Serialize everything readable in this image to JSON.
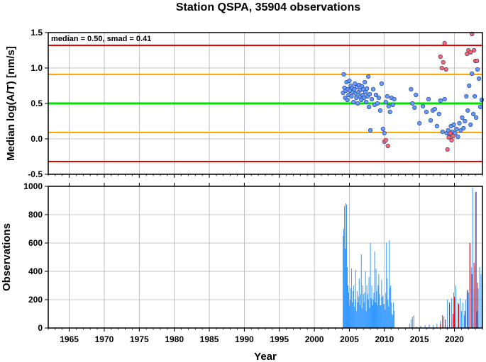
{
  "chart_data": [
    {
      "type": "scatter",
      "title": "Station QSPA, 35904 observations",
      "ylabel": "Median log(A/T) [nm/s]",
      "annotation": "median = 0.50, smad = 0.41",
      "xlim": [
        1962,
        2024
      ],
      "ylim": [
        -0.5,
        1.5
      ],
      "yticks": [
        "-0.5",
        "0.0",
        "0.5",
        "1.0",
        "1.5"
      ],
      "reference_lines": [
        {
          "name": "median",
          "y": 0.5,
          "color": "#00e000"
        },
        {
          "name": "upper-1",
          "y": 0.91,
          "color": "#ffa500"
        },
        {
          "name": "lower-1",
          "y": 0.09,
          "color": "#ffa500"
        },
        {
          "name": "upper-2",
          "y": 1.32,
          "color": "#e00000"
        },
        {
          "name": "lower-2",
          "y": -0.32,
          "color": "#e00000"
        }
      ],
      "colors": {
        "inlier": "#6699ff",
        "outlier": "#ff6666"
      },
      "series": [
        {
          "x": [
            2004.1,
            2004.2,
            2004.3,
            2004.4,
            2004.5,
            2004.6,
            2004.7,
            2004.8,
            2004.9,
            2005.0,
            2005.1,
            2005.2,
            2005.3,
            2005.4,
            2005.5,
            2005.6,
            2005.7,
            2005.8,
            2005.9,
            2006.0,
            2006.1,
            2006.2,
            2006.3,
            2006.4,
            2006.5,
            2006.6,
            2006.7,
            2006.8,
            2006.9,
            2007.0,
            2007.1,
            2007.2,
            2007.3,
            2007.4,
            2007.5,
            2007.6,
            2007.7,
            2007.8,
            2007.9,
            2008.0,
            2008.2,
            2008.4,
            2008.6,
            2008.8,
            2009.0,
            2009.2,
            2009.4,
            2009.6,
            2009.8,
            2010.0,
            2010.2,
            2010.4,
            2010.6,
            2010.8,
            2011.0,
            2011.2,
            2011.4,
            2013.8,
            2014.0,
            2014.3,
            2014.5,
            2015.0,
            2015.5,
            2016.0,
            2016.3,
            2016.6,
            2016.9,
            2017.2,
            2017.5,
            2017.8,
            2018.0,
            2018.3,
            2018.6,
            2018.9,
            2019.1,
            2019.3,
            2019.5,
            2019.7,
            2019.9,
            2020.1,
            2020.3,
            2020.5,
            2020.7,
            2020.9,
            2021.1,
            2021.3,
            2021.5,
            2021.7,
            2021.9,
            2022.1,
            2022.3,
            2022.5,
            2022.7,
            2022.9,
            2023.1,
            2023.3,
            2023.5,
            2023.7,
            2023.9
          ],
          "y": [
            0.65,
            0.91,
            0.72,
            0.58,
            0.68,
            0.8,
            0.55,
            0.7,
            0.62,
            0.82,
            0.68,
            0.75,
            0.6,
            0.72,
            0.66,
            0.52,
            0.7,
            0.78,
            0.64,
            0.58,
            0.73,
            0.5,
            0.66,
            0.76,
            0.6,
            0.69,
            0.55,
            0.74,
            0.62,
            0.7,
            0.58,
            0.8,
            0.66,
            0.52,
            0.71,
            0.6,
            0.88,
            0.45,
            0.63,
            0.12,
            0.56,
            0.7,
            0.48,
            0.62,
            0.5,
            0.58,
            0.4,
            0.78,
            0.14,
            0.08,
            0.52,
            0.6,
            0.46,
            0.38,
            0.58,
            0.48,
            0.56,
            0.7,
            0.5,
            0.44,
            0.62,
            0.22,
            0.46,
            0.38,
            0.56,
            0.26,
            0.4,
            0.42,
            0.18,
            0.35,
            0.54,
            0.1,
            0.56,
            0.08,
            0.12,
            0.05,
            0.18,
            0.1,
            0.2,
            0.08,
            0.14,
            0.03,
            0.22,
            0.12,
            0.3,
            0.15,
            0.25,
            0.6,
            0.4,
            0.75,
            0.2,
            0.92,
            0.35,
            0.6,
            0.3,
            0.98,
            0.85,
            0.45,
            0.55
          ],
          "marker": "inlier"
        },
        {
          "x": [
            2010.0,
            2010.2,
            2010.5,
            2018.0,
            2018.2,
            2018.4,
            2018.6,
            2018.8,
            2019.0,
            2019.2,
            2019.4,
            2019.6,
            2019.8,
            2021.8,
            2022.0,
            2022.3,
            2022.5,
            2022.8,
            2023.0,
            2023.2
          ],
          "y": [
            -0.04,
            -0.02,
            -0.1,
            1.16,
            1.0,
            1.08,
            1.35,
            0.98,
            -0.15,
            0.02,
            0.08,
            -0.02,
            0.04,
            1.2,
            1.25,
            1.22,
            1.48,
            1.25,
            1.1,
            1.1
          ],
          "marker": "outlier"
        }
      ]
    },
    {
      "type": "bar",
      "xlabel": "Year",
      "ylabel": "Observations",
      "xlim": [
        1962,
        2024
      ],
      "ylim": [
        0,
        1000
      ],
      "xticks": [
        "1965",
        "1970",
        "1975",
        "1980",
        "1985",
        "1990",
        "1995",
        "2000",
        "2005",
        "2010",
        "2015",
        "2020"
      ],
      "yticks": [
        "0",
        "200",
        "400",
        "600",
        "800",
        "1000"
      ],
      "colors": {
        "inlier": "#3399ff",
        "outlier": "#e00000"
      },
      "series": [
        {
          "name": "",
          "marker": "inlier",
          "x": [
            2004.1,
            2004.2,
            2004.3,
            2004.4,
            2004.5,
            2004.6,
            2004.7,
            2004.8,
            2004.9,
            2005.0,
            2005.1,
            2005.2,
            2005.3,
            2005.4,
            2005.5,
            2005.6,
            2005.7,
            2005.8,
            2005.9,
            2006.0,
            2006.1,
            2006.2,
            2006.3,
            2006.4,
            2006.5,
            2006.6,
            2006.7,
            2006.8,
            2006.9,
            2007.0,
            2007.1,
            2007.2,
            2007.3,
            2007.4,
            2007.5,
            2007.6,
            2007.7,
            2007.8,
            2007.9,
            2008.0,
            2008.1,
            2008.2,
            2008.3,
            2008.4,
            2008.5,
            2008.6,
            2008.7,
            2008.8,
            2008.9,
            2009.0,
            2009.1,
            2009.2,
            2009.3,
            2009.4,
            2009.5,
            2009.6,
            2009.7,
            2009.8,
            2009.9,
            2010.0,
            2010.1,
            2010.2,
            2010.3,
            2010.4,
            2010.5,
            2010.6,
            2010.7,
            2010.8,
            2010.9,
            2011.0,
            2011.1,
            2011.2,
            2011.3,
            2011.4,
            2013.6,
            2013.8,
            2014.0,
            2014.2,
            2014.6,
            2015.2,
            2015.8,
            2016.4,
            2017.0,
            2017.5,
            2018.0,
            2018.5,
            2019.0,
            2019.3,
            2019.6,
            2019.9,
            2020.2,
            2020.5,
            2020.8,
            2021.0,
            2021.2,
            2021.4,
            2021.6,
            2021.8,
            2022.0,
            2022.2,
            2022.4,
            2022.6,
            2022.8,
            2023.0,
            2023.2,
            2023.4,
            2023.6,
            2023.8
          ],
          "values": [
            650,
            700,
            860,
            560,
            880,
            870,
            430,
            300,
            250,
            160,
            200,
            280,
            420,
            180,
            260,
            300,
            150,
            200,
            410,
            120,
            260,
            180,
            220,
            350,
            160,
            240,
            520,
            140,
            300,
            240,
            180,
            250,
            400,
            120,
            300,
            240,
            200,
            360,
            140,
            600,
            210,
            300,
            160,
            200,
            250,
            540,
            180,
            420,
            260,
            160,
            300,
            380,
            240,
            160,
            160,
            340,
            220,
            230,
            170,
            170,
            130,
            250,
            600,
            350,
            200,
            150,
            620,
            280,
            300,
            180,
            100,
            90,
            180,
            120,
            30,
            60,
            80,
            90,
            10,
            15,
            20,
            25,
            20,
            30,
            50,
            80,
            200,
            160,
            210,
            250,
            300,
            180,
            210,
            120,
            180,
            90,
            200,
            260,
            250,
            600,
            430,
            990,
            280,
            960,
            120,
            280,
            430,
            380
          ]
        },
        {
          "name": "",
          "marker": "outlier",
          "x": [
            2018.0,
            2018.3,
            2018.7,
            2019.3,
            2019.8,
            2020.0,
            2020.6,
            2021.5,
            2021.9,
            2022.2,
            2022.5,
            2022.8,
            2023.1,
            2023.3
          ],
          "values": [
            30,
            90,
            60,
            180,
            100,
            220,
            170,
            120,
            270,
            600,
            380,
            460,
            960,
            320
          ]
        }
      ]
    }
  ]
}
